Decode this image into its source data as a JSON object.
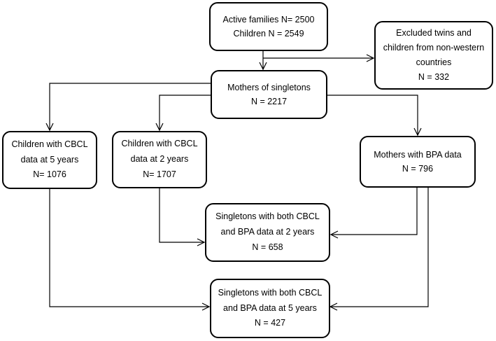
{
  "boxes": {
    "active": {
      "lines": [
        "Active families N= 2500",
        "Children N = 2549"
      ]
    },
    "excluded": {
      "lines": [
        "Excluded twins and",
        "children from non-western",
        "countries",
        "N = 332"
      ]
    },
    "mothers_singletons": {
      "lines": [
        "Mothers of singletons",
        "N = 2217"
      ]
    },
    "cbcl5": {
      "lines": [
        "Children with CBCL",
        "data at 5 years",
        "N= 1076"
      ]
    },
    "cbcl2": {
      "lines": [
        "Children with CBCL",
        "data at 2 years",
        "N= 1707"
      ]
    },
    "bpa": {
      "lines": [
        "Mothers with BPA data",
        "N = 796"
      ]
    },
    "both2": {
      "lines": [
        "Singletons with both CBCL",
        "and BPA data at 2 years",
        "N = 658"
      ]
    },
    "both5": {
      "lines": [
        "Singletons with both CBCL",
        "and BPA data at 5 years",
        "N = 427"
      ]
    }
  }
}
